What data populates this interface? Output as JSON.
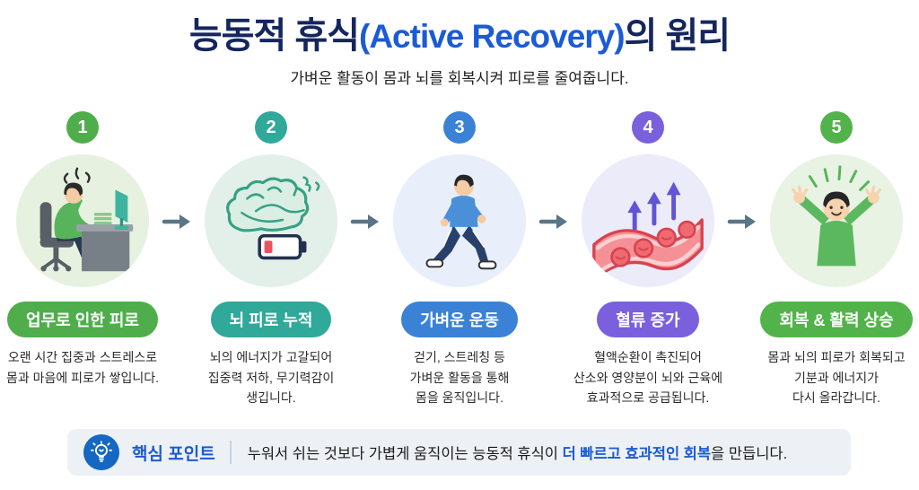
{
  "header": {
    "title_part1": "능동적 휴식",
    "title_part2": "(Active Recovery)",
    "title_part3": "의 원리",
    "subtitle": "가벼운 활동이 몸과 뇌를 회복시켜 피로를 줄여줍니다."
  },
  "steps": [
    {
      "number": "1",
      "label": "업무로 인한 피로",
      "description": "오랜 시간 집중과 스트레스로\n몸과 마음에 피로가 쌓입니다.",
      "accent": "#4fae4b",
      "circle_bg": "#e6f1e0",
      "icon": "tired-worker-at-desk-illustration"
    },
    {
      "number": "2",
      "label": "뇌 피로 누적",
      "description": "뇌의 에너지가 고갈되어\n집중력 저하, 무기력감이\n생깁니다.",
      "accent": "#30a89a",
      "circle_bg": "#e3f0ea",
      "icon": "brain-low-battery-illustration"
    },
    {
      "number": "3",
      "label": "가벼운 운동",
      "description": "걷기, 스트레칭 등\n가벼운 활동을 통해\n몸을 움직입니다.",
      "accent": "#3b82d6",
      "circle_bg": "#e8effa",
      "icon": "walking-person-illustration"
    },
    {
      "number": "4",
      "label": "혈류 증가",
      "description": "혈액순환이 촉진되어\n산소와 영양분이 뇌와 근육에\n효과적으로 공급됩니다.",
      "accent": "#7a60dd",
      "circle_bg": "#ecebfa",
      "icon": "blood-vessel-flow-illustration"
    },
    {
      "number": "5",
      "label": "회복 & 활력 상승",
      "description": "몸과 뇌의 피로가 회복되고\n기분과 에너지가\n다시 올라갑니다.",
      "accent": "#52b34a",
      "circle_bg": "#e8f3e3",
      "icon": "energized-person-arms-raised-illustration"
    }
  ],
  "arrow": {
    "icon": "arrow-right-icon",
    "color": "#5b7585"
  },
  "callout": {
    "icon": "lightbulb-icon",
    "label": "핵심 포인트",
    "text_before": "누워서 쉬는 것보다 가볍게 움직이는 능동적 휴식이 ",
    "text_highlight": "더 빠르고 효과적인 회복",
    "text_after": "을 만듭니다.",
    "bg": "#edf1f6",
    "accent": "#1b5bd0"
  }
}
